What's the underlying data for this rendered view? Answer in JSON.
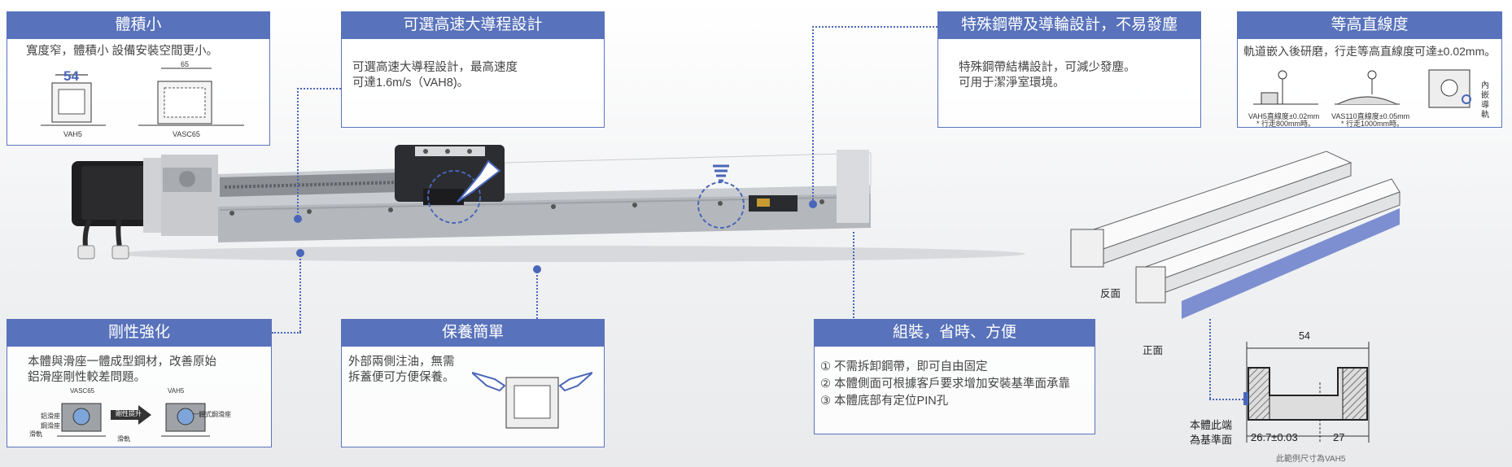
{
  "panels": {
    "size": {
      "title": "體積小",
      "desc": "寬度窄，體積小 設備安裝空間更小。",
      "dim_left": "54",
      "dim_right": "65",
      "label_left": "VAH5",
      "label_right": "VASC65"
    },
    "speed": {
      "title": "可選高速大導程設計",
      "desc_line1": "可選高速大導程設計，最高速度",
      "desc_line2": "可達1.6m/s（VAH8)。"
    },
    "belt": {
      "title": "特殊鋼帶及導輪設計，不易發塵",
      "desc_line1": "特殊鋼帶結構設計，可減少發塵。",
      "desc_line2": "可用于潔淨室環境。"
    },
    "straight": {
      "title": "等高直線度",
      "desc": "軌道嵌入後研磨，行走等高直線度可達±0.02mm。",
      "note1_line1": "VAH5直線度±0.02mm",
      "note1_line2": "* 行走800mm時。",
      "note2_line1": "VAS110直線度±0.05mm",
      "note2_line2": "* 行走1000mm時。",
      "side_label": "內嵌導軌"
    },
    "rigidity": {
      "title": "剛性強化",
      "desc_line1": "本體與滑座一體成型鋼材，改善原始",
      "desc_line2": "鋁滑座剛性較差問題。",
      "label_vasc": "VASC65",
      "label_vah": "VAH5",
      "label_alu_slider": "鋁滑座",
      "label_steel_slider": "鋼滑座",
      "label_upgrade": "剛性提升",
      "label_integrated": "一體式鋼滑座",
      "label_rail_left": "滑軌",
      "label_rail_right": "滑軌"
    },
    "maintenance": {
      "title": "保養簡單",
      "desc_line1": "外部兩側注油，無需",
      "desc_line2": "拆蓋便可方便保養。"
    },
    "assembly": {
      "title": "組裝，省時、方便",
      "item1": "① 不需拆卸鋼帶，即可自由固定",
      "item2": "② 本體側面可根據客戶要求增加安裝基準面承靠",
      "item3": "③ 本體底部有定位PIN孔"
    }
  },
  "views": {
    "back_label": "反面",
    "front_label": "正面"
  },
  "section": {
    "width_label": "54",
    "left_dim": "26.7±0.03",
    "right_dim": "27",
    "base_label_line1": "本體此端",
    "base_label_line2": "為基準面",
    "note": "此範例尺寸為VAH5"
  },
  "colors": {
    "accent": "#5872bb",
    "dot": "#4a66b8"
  }
}
